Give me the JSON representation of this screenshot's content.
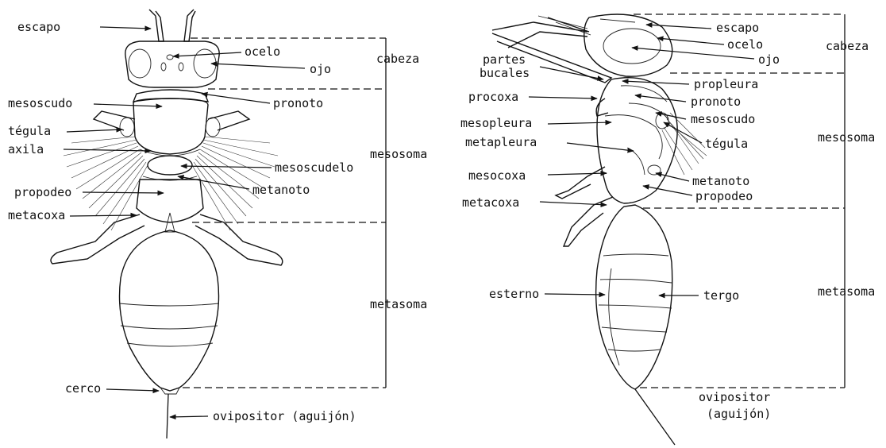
{
  "dorsal": {
    "labels": {
      "escapo": "escapo",
      "ocelo": "ocelo",
      "ojo": "ojo",
      "mesoscudo": "mesoscudo",
      "pronoto": "pronoto",
      "tegula": "tégula",
      "axila": "axila",
      "mesoscudelo": "mesoscudelo",
      "propodeo": "propodeo",
      "metanoto": "metanoto",
      "metacoxa": "metacoxa",
      "cerco": "cerco",
      "ovipositor": "ovipositor (aguijón)"
    },
    "sections": {
      "cabeza": "cabeza",
      "mesosoma": "mesosoma",
      "metasoma": "metasoma"
    }
  },
  "lateral": {
    "labels": {
      "escapo": "escapo",
      "ocelo": "ocelo",
      "ojo": "ojo",
      "partes_line1": "partes",
      "partes_line2": "bucales",
      "propleura": "propleura",
      "procoxa": "procoxa",
      "pronoto": "pronoto",
      "mesopleura": "mesopleura",
      "mesoscudo": "mesoscudo",
      "metapleura": "metapleura",
      "tegula": "tégula",
      "mesocoxa": "mesocoxa",
      "metanoto": "metanoto",
      "metacoxa": "metacoxa",
      "propodeo": "propodeo",
      "esterno": "esterno",
      "tergo": "tergo",
      "ovipositor_line1": "ovipositor",
      "ovipositor_line2": "(aguijón)"
    },
    "sections": {
      "cabeza": "cabeza",
      "mesosoma": "mesosoma",
      "metasoma": "metasoma"
    }
  }
}
